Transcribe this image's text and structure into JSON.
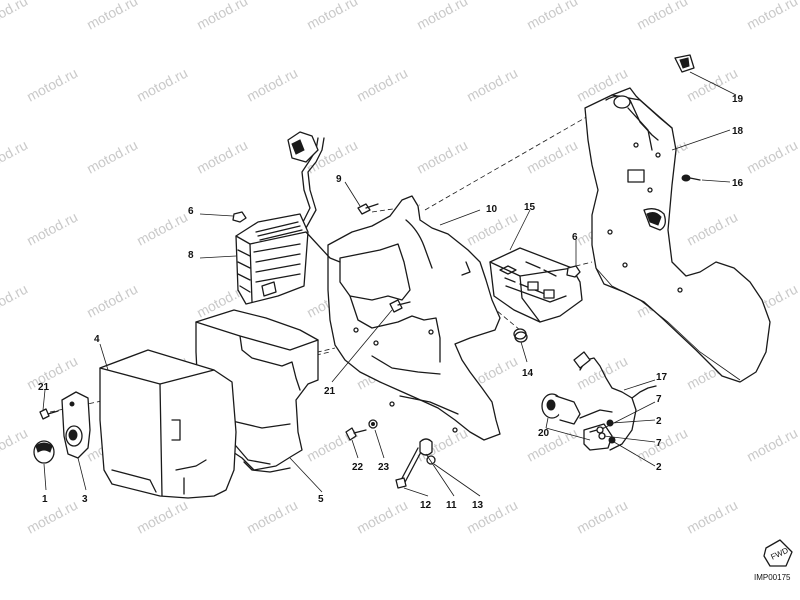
{
  "diagram": {
    "reference_code": "IMP00175",
    "watermark_text": "motod.ru",
    "fwd_label": "FWD",
    "line_color": "#1a1a1a",
    "callouts": [
      "1",
      "2",
      "3",
      "4",
      "5",
      "6",
      "7",
      "8",
      "9",
      "10",
      "11",
      "12",
      "13",
      "14",
      "15",
      "16",
      "17",
      "18",
      "19",
      "20",
      "21",
      "22",
      "23"
    ]
  }
}
